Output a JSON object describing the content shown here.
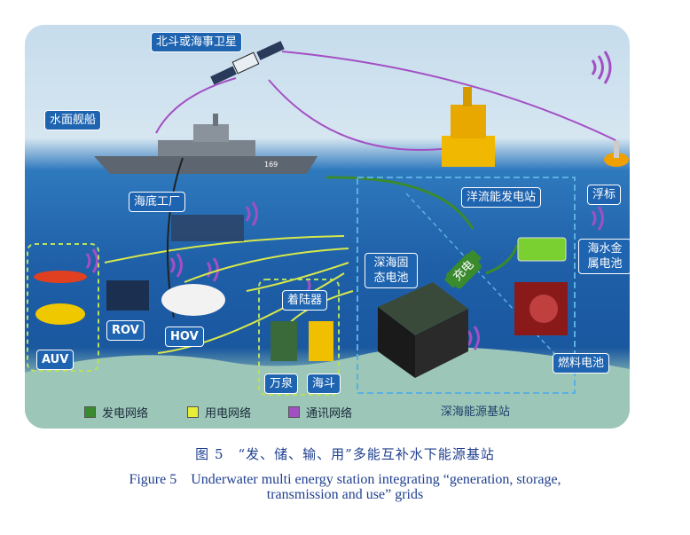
{
  "figure": {
    "labels": {
      "satellite": "北斗或海事卫星",
      "ship": "水面舰船",
      "factory": "海底工厂",
      "ocean_station": "洋流能发电站",
      "buoy": "浮标",
      "metal_battery": "海水金属电池",
      "solid_battery": "深海固态电池",
      "charge": "充电",
      "lander": "着陆器",
      "wanquan": "万泉",
      "haidou": "海斗",
      "auv": "AUV",
      "rov": "ROV",
      "hov": "HOV",
      "fuel_cell": "燃料电池",
      "base": "深海能源基站",
      "ship_number": "169"
    },
    "legend": [
      {
        "label": "发电网络",
        "color": "#3a8a2e"
      },
      {
        "label": "用电网络",
        "color": "#e6ee3a"
      },
      {
        "label": "通讯网络",
        "color": "#a34fc4"
      }
    ]
  },
  "caption": {
    "cn": "图 5　“发、储、输、用”多能互补水下能源基站",
    "en_line1": "Figure 5　Underwater multi energy station integrating “generation, storage,",
    "en_line2": "transmission and use” grids"
  }
}
